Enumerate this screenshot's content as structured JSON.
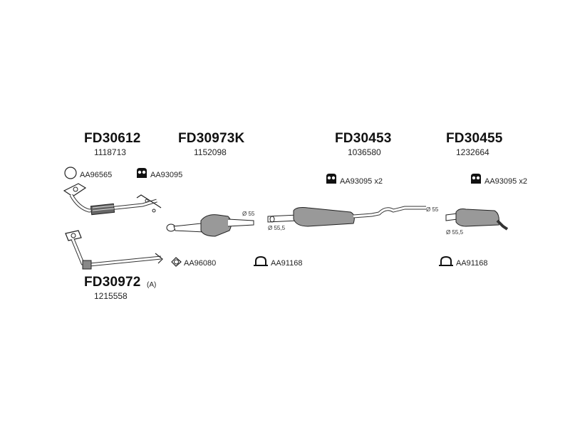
{
  "parts": {
    "fd30612": {
      "code": "FD30612",
      "ref": "1118713"
    },
    "fd30973k": {
      "code": "FD30973K",
      "ref": "1152098"
    },
    "fd30453": {
      "code": "FD30453",
      "ref": "1036580"
    },
    "fd30455": {
      "code": "FD30455",
      "ref": "1232664"
    },
    "fd30972": {
      "code": "FD30972",
      "ref": "1215558",
      "variant": "(A)"
    }
  },
  "accessories": {
    "ring_aa96565": "AA96565",
    "hanger_aa93095_a": "AA93095",
    "hanger_aa93095_b": "AA93095 x2",
    "hanger_aa93095_c": "AA93095 x2",
    "ring_aa96080": "AA96080",
    "clamp_aa91168_a": "AA91168",
    "clamp_aa91168_b": "AA91168"
  },
  "diameters": {
    "cat_outlet": "Ø 55",
    "mid_inlet": "Ø 55,5",
    "mid_outlet": "Ø 55",
    "rear_inlet": "Ø 55,5"
  }
}
